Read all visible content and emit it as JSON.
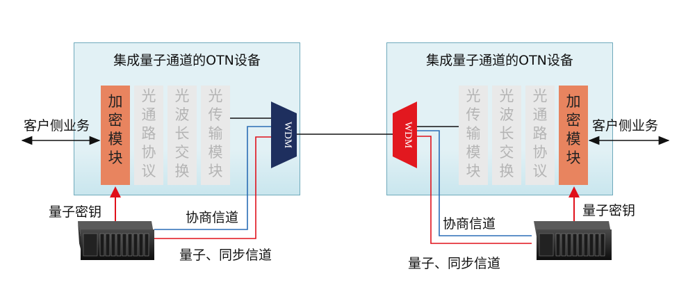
{
  "left_device": {
    "title": "集成量子通道的OTN设备",
    "encrypt_module": [
      "加",
      "密",
      "模",
      "块"
    ],
    "modules": [
      {
        "chars": [
          "光",
          "通",
          "路",
          "协",
          "议"
        ]
      },
      {
        "chars": [
          "光",
          "波",
          "长",
          "交",
          "换"
        ]
      },
      {
        "chars": [
          "光",
          "传",
          "输",
          "模",
          "块"
        ]
      }
    ],
    "wdm_label": "WDM"
  },
  "right_device": {
    "title": "集成量子通道的OTN设备",
    "modules": [
      {
        "chars": [
          "光",
          "传",
          "输",
          "模",
          "块"
        ]
      },
      {
        "chars": [
          "光",
          "波",
          "长",
          "交",
          "换"
        ]
      },
      {
        "chars": [
          "光",
          "通",
          "路",
          "协",
          "议"
        ]
      }
    ],
    "encrypt_module": [
      "加",
      "密",
      "模",
      "块"
    ],
    "wdm_label": "WDM"
  },
  "labels": {
    "client_left": "客户侧业务",
    "client_right": "客户侧业务",
    "quantum_key_left": "量子密钥",
    "quantum_key_right": "量子密钥",
    "negotiation_left": "协商信道",
    "negotiation_right": "协商信道",
    "quantum_sync_left": "量子、同步信道",
    "quantum_sync_right": "量子、同步信道"
  },
  "colors": {
    "quantum_line": "#e0101a",
    "negotiation_line": "#2a6db5",
    "wdm_left": "#1e2f5e",
    "wdm_right": "#e2181f",
    "encrypt_module": "#e8845f"
  }
}
